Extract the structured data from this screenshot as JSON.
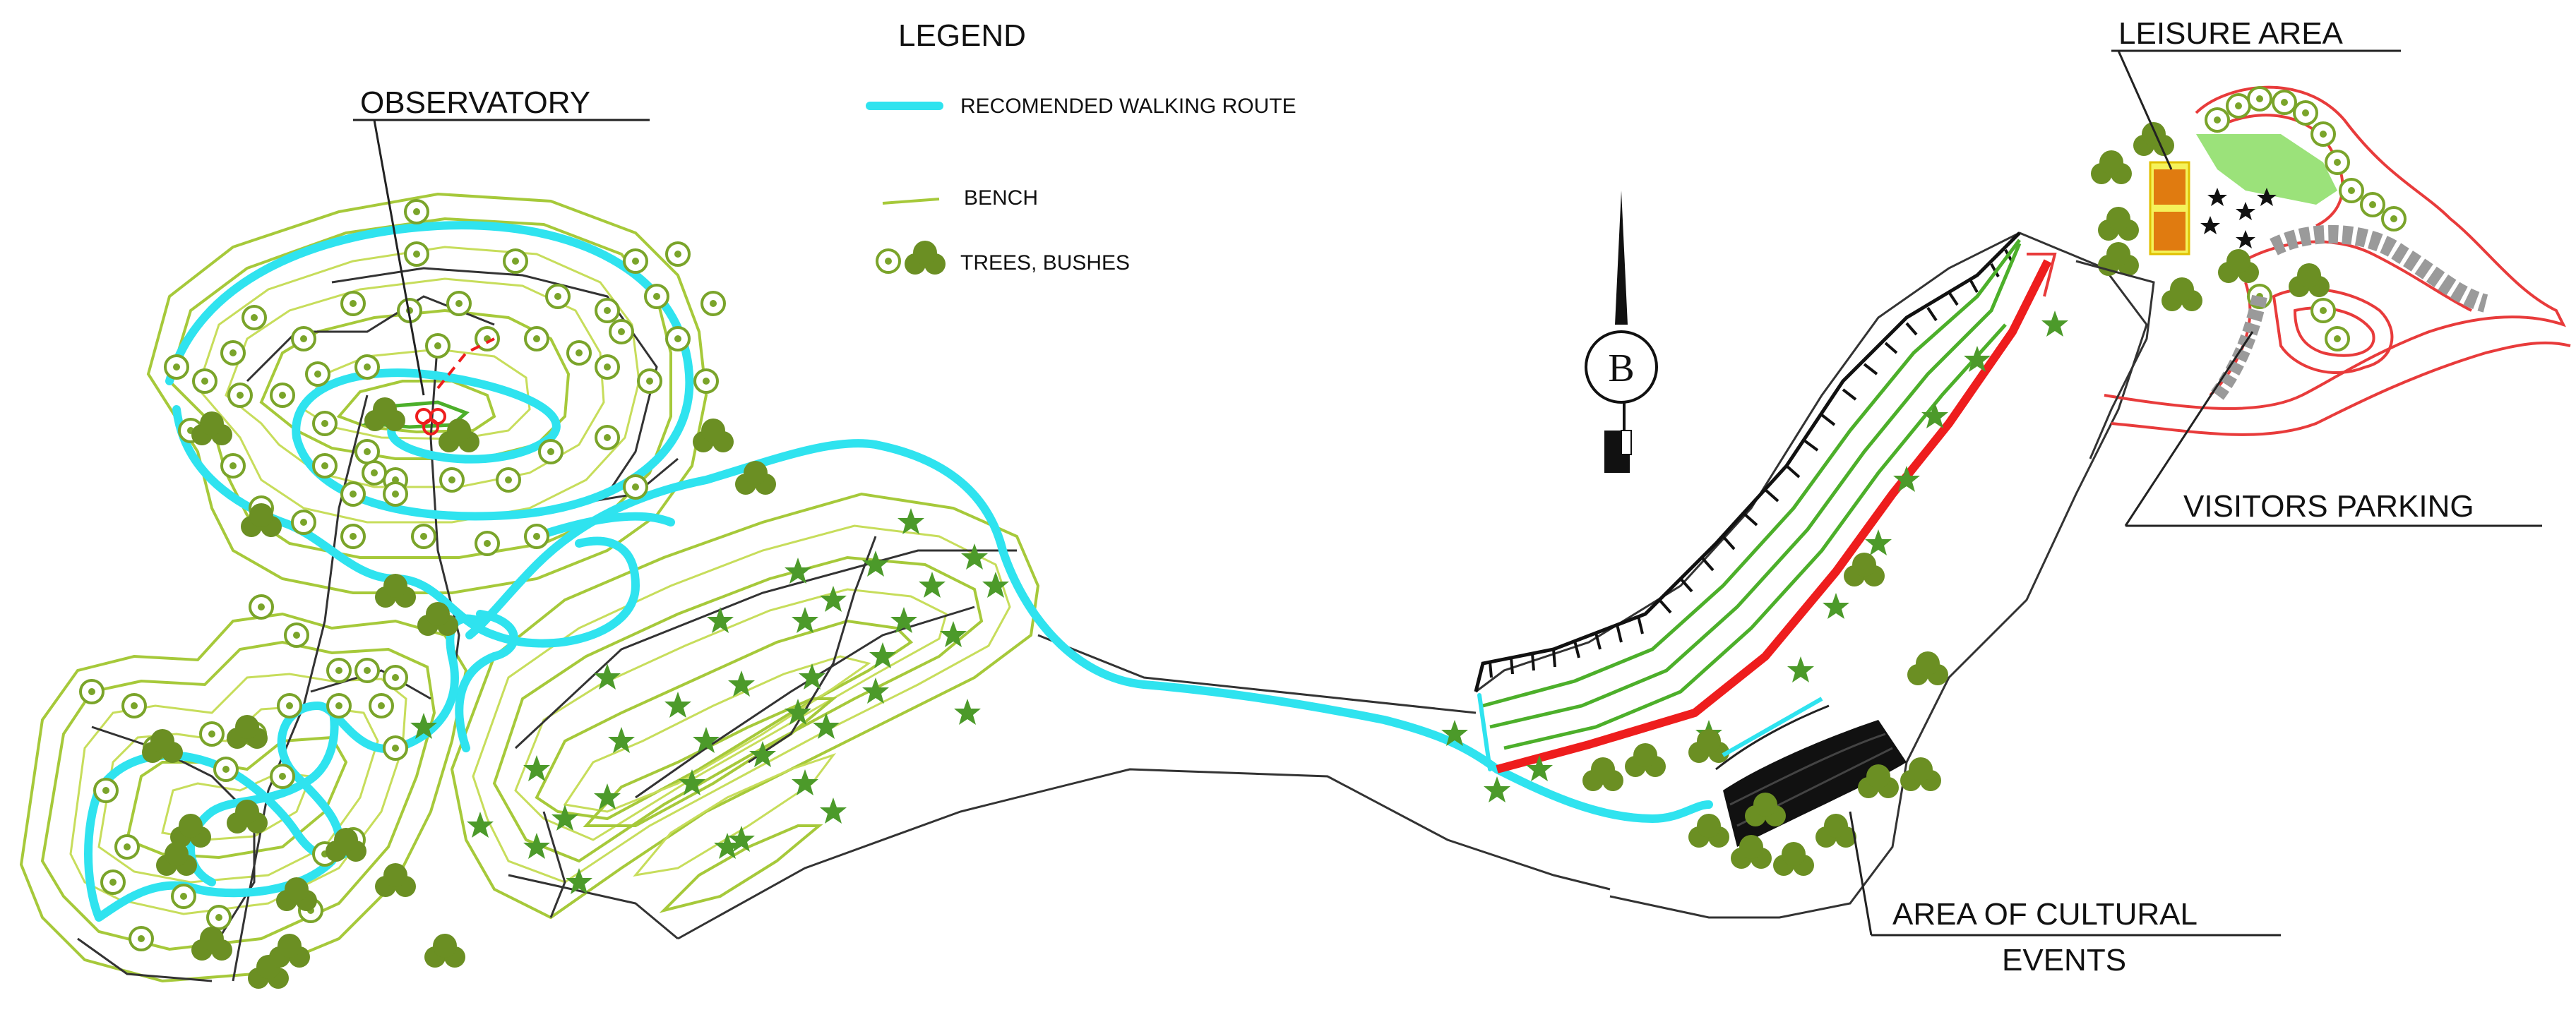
{
  "labels": {
    "observatory": "OBSERVATORY",
    "leisure_area": "LEISURE AREA",
    "visitors_parking": "VISITORS PARKING",
    "cultural_line1": "AREA OF CULTURAL",
    "cultural_line2": "EVENTS"
  },
  "legend": {
    "title": "LEGEND",
    "items": [
      {
        "label": "RECOMENDED WALKING ROUTE",
        "color": "#2fe3ef",
        "symbol": "route-line"
      },
      {
        "label": "BENCH",
        "color": "#a6c93a",
        "symbol": "bench-line"
      },
      {
        "label": "TREES, BUSHES",
        "color": "#6b8f23",
        "symbol": "tree-bush-icons"
      }
    ]
  },
  "north_marker": {
    "letter": "B"
  },
  "colors": {
    "route": "#2fe3ef",
    "contour": "#a6c93a",
    "tree": "#6b8f23",
    "bush": "#4c9a2a",
    "red_path": "#ee1d1d",
    "parking_stripe": "#9a9a9a",
    "leisure_grass": "#9be27a",
    "building": "#e07b10"
  }
}
